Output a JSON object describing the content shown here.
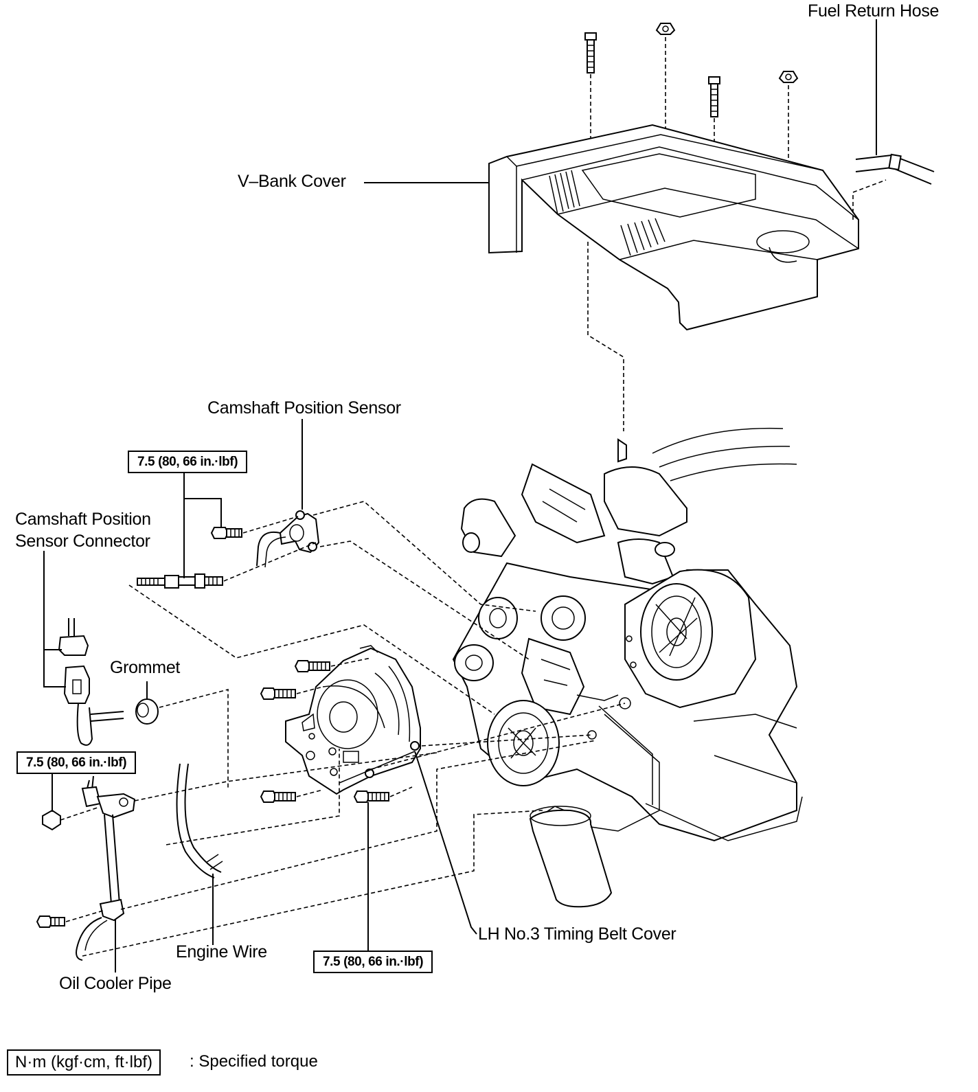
{
  "labels": {
    "fuel_return_hose": "Fuel Return Hose",
    "v_bank_cover": "V–Bank Cover",
    "camshaft_position_sensor": "Camshaft Position Sensor",
    "camshaft_position_sensor_connector_line1": "Camshaft Position",
    "camshaft_position_sensor_connector_line2": "Sensor Connector",
    "grommet": "Grommet",
    "lh_no3_timing_belt_cover": "LH No.3 Timing Belt Cover",
    "engine_wire": "Engine Wire",
    "oil_cooler_pipe": "Oil Cooler Pipe"
  },
  "torque_specs": [
    {
      "id": "camshaft-sensor-bolts",
      "text": "7.5 (80, 66 in.·lbf)"
    },
    {
      "id": "oil-cooler-pipe-nut",
      "text": "7.5 (80, 66 in.·lbf)"
    },
    {
      "id": "timing-belt-cover-bolts",
      "text": "7.5 (80, 66 in.·lbf)"
    }
  ],
  "legend": {
    "unit_box": "N·m (kgf·cm, ft·lbf)",
    "description": ": Specified torque"
  }
}
